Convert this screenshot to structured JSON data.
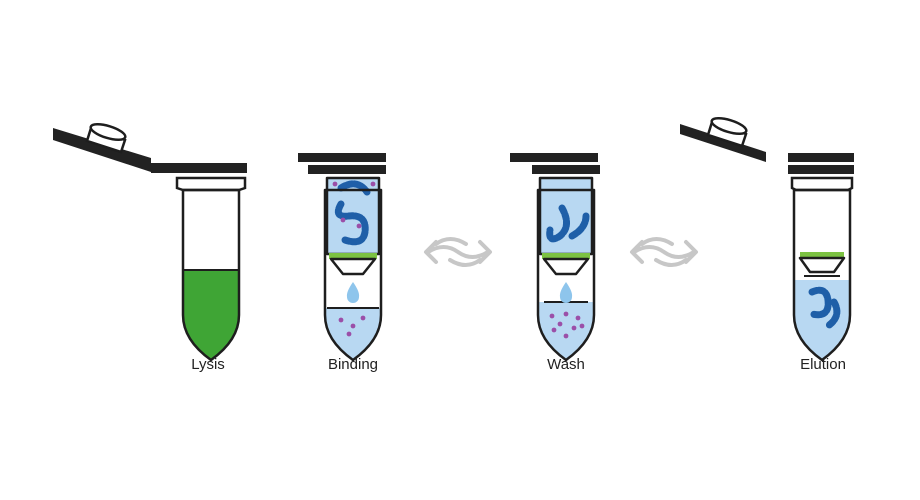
{
  "steps": [
    {
      "label": "Lysis"
    },
    {
      "label": "Binding"
    },
    {
      "label": "Wash"
    },
    {
      "label": "Elution"
    }
  ],
  "colors": {
    "outline": "#1e1e1e",
    "lid": "#222222",
    "lysate": "#3fa535",
    "buffer": "#b8d8f2",
    "dna": "#1f5fa8",
    "membrane": "#7cc242",
    "particle": "#9b4fa8",
    "drop": "#8ec5ec",
    "arrow": "#c7c7c7"
  },
  "icons": {
    "cycle": "cycle-arrows-icon",
    "drop": "drop-icon"
  }
}
